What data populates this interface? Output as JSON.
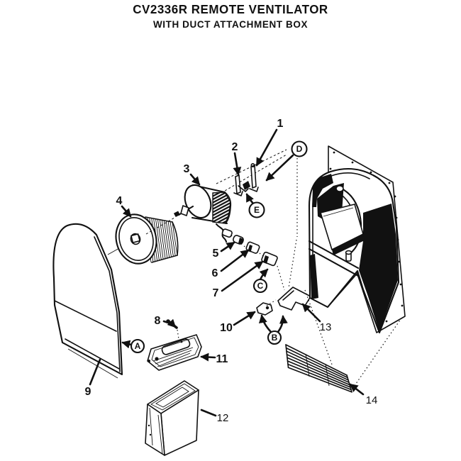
{
  "title": {
    "line1": "CV2336R REMOTE VENTILATOR",
    "line2": "WITH DUCT ATTACHMENT BOX"
  },
  "colors": {
    "ink": "#111111",
    "paper": "#ffffff"
  },
  "labels": {
    "n1": "1",
    "n2": "2",
    "n3": "3",
    "n4": "4",
    "n5": "5",
    "n6": "6",
    "n7": "7",
    "n8": "8",
    "n9": "9",
    "n10": "10",
    "n11": "11",
    "n12": "12",
    "n13": "13",
    "n14": "14"
  },
  "callouts": {
    "a": "A",
    "b": "B",
    "c": "C",
    "d": "D",
    "e": "E"
  }
}
